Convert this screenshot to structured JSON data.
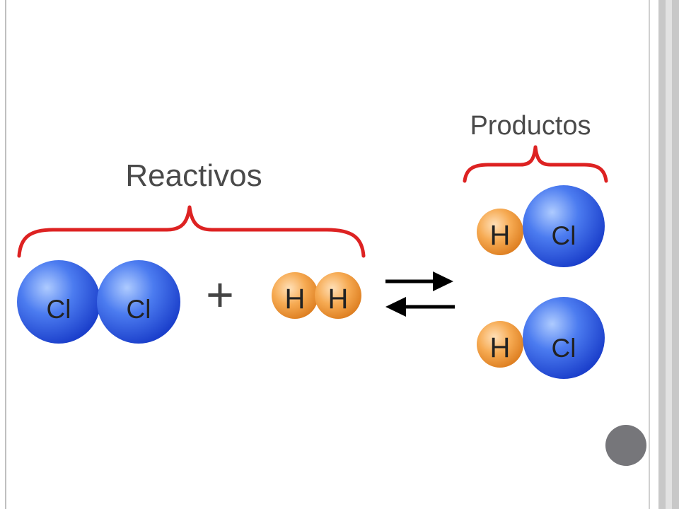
{
  "diagram": {
    "reactants_label": "Reactivos",
    "products_label": "Productos",
    "plus_sign": "+",
    "atoms": {
      "cl_1": "Cl",
      "cl_2": "Cl",
      "h_1": "H",
      "h_2": "H",
      "product1_h": "H",
      "product1_cl": "Cl",
      "product2_h": "H",
      "product2_cl": "Cl"
    }
  },
  "colors": {
    "chlorine": "#2f5fe0",
    "hydrogen": "#f29a3a",
    "bracket": "#dd2222",
    "arrow": "#000000",
    "nav_dot": "#76767a"
  }
}
